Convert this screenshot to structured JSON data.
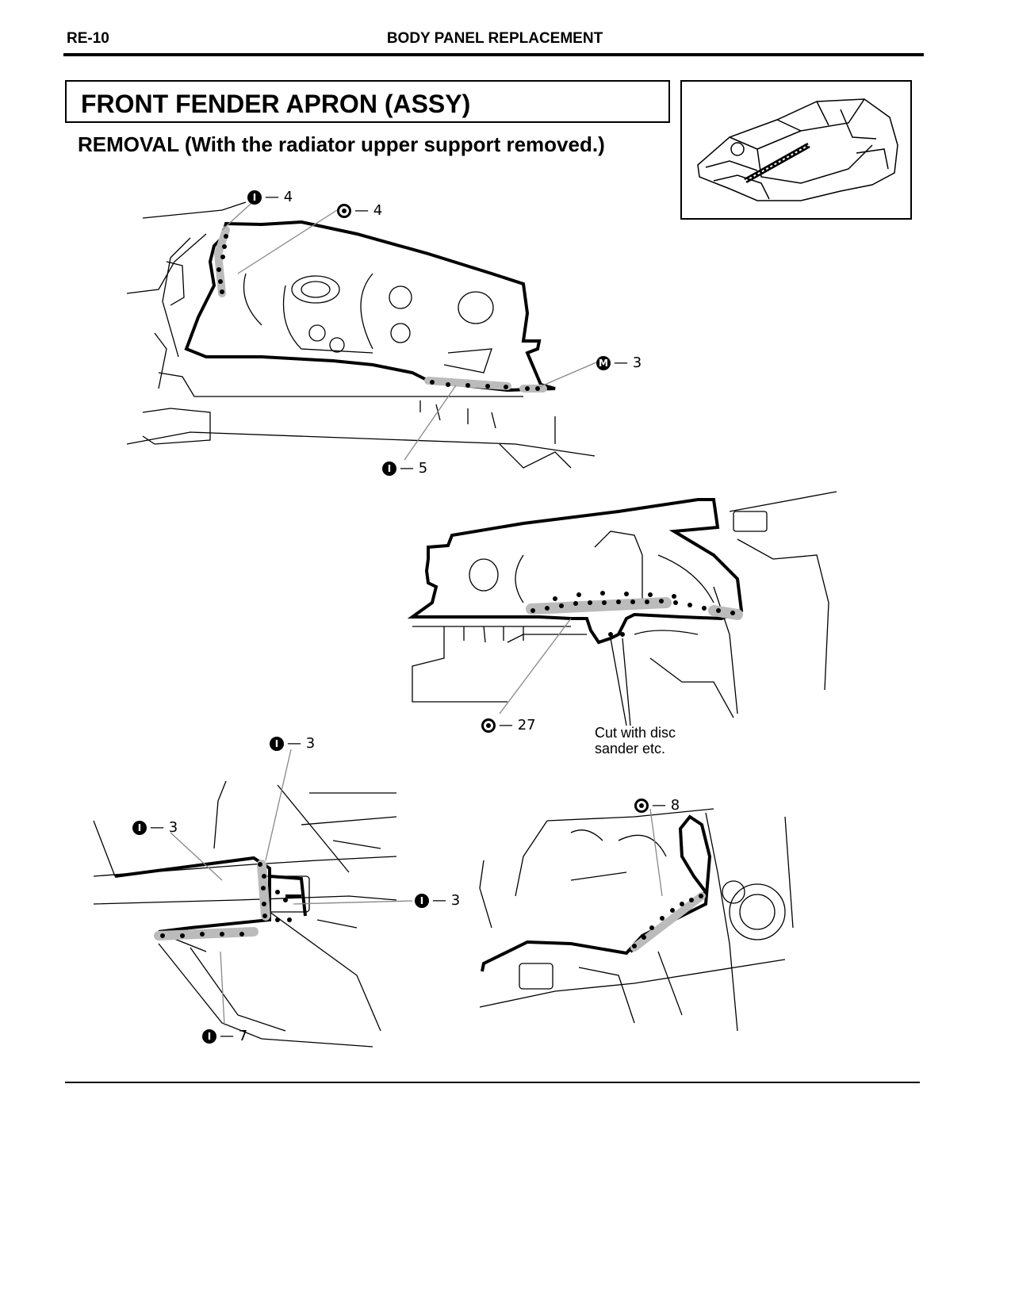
{
  "header": {
    "page_number": "RE-10",
    "section": "BODY PANEL REPLACEMENT"
  },
  "title": "FRONT FENDER APRON (ASSY)",
  "subtitle": "REMOVAL (With the radiator upper support removed.)",
  "callouts": [
    {
      "symbol": "I",
      "type": "solid",
      "text": "— 4"
    },
    {
      "symbol": "O",
      "type": "ring",
      "text": "— 4"
    },
    {
      "symbol": "M",
      "type": "solid",
      "text": "— 3"
    },
    {
      "symbol": "I",
      "type": "solid",
      "text": "— 5"
    },
    {
      "symbol": "O",
      "type": "ring",
      "text": "— 27"
    },
    {
      "symbol": "I",
      "type": "solid",
      "text": "— 3"
    },
    {
      "symbol": "I",
      "type": "solid",
      "text": "— 3"
    },
    {
      "symbol": "I",
      "type": "solid",
      "text": "— 3"
    },
    {
      "symbol": "I",
      "type": "solid",
      "text": "— 7"
    },
    {
      "symbol": "O",
      "type": "ring",
      "text": "— 8"
    }
  ],
  "note": {
    "line1": "Cut with disc",
    "line2": "sander etc."
  }
}
